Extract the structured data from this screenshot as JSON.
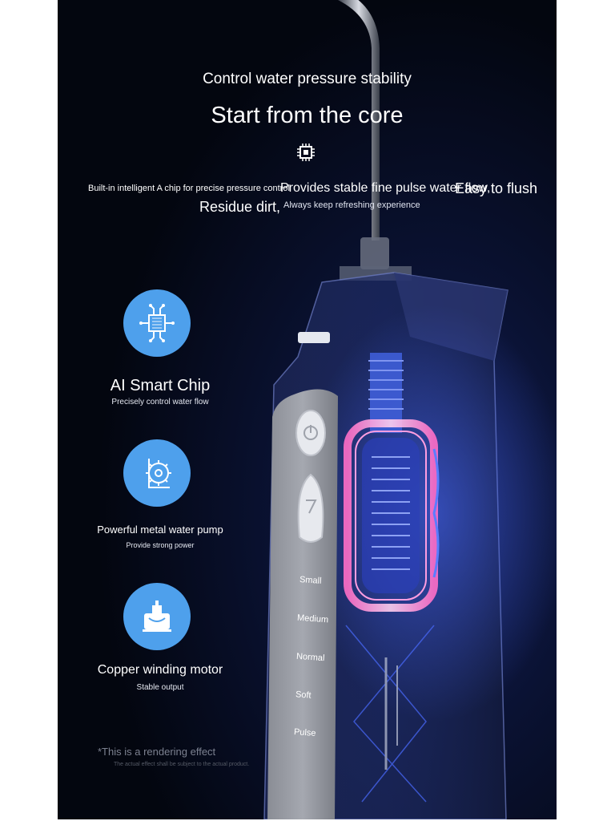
{
  "header": {
    "subtitle": "Control water pressure stability",
    "title": "Start from the core"
  },
  "description": {
    "line1": "Built-in intelligent A chip for precise pressure control",
    "line2": "Provides stable fine pulse water flow,",
    "line3": "Easy to flush",
    "line4": "Residue dirt,",
    "line5": "Always keep refreshing experience"
  },
  "features": [
    {
      "icon": "ai-chip-icon",
      "title": "AI Smart Chip",
      "subtitle": "Precisely control water flow"
    },
    {
      "icon": "water-pump-icon",
      "title": "Powerful metal water pump",
      "subtitle": "Provide strong power"
    },
    {
      "icon": "motor-icon",
      "title": "Copper winding motor",
      "subtitle": "Stable output"
    }
  ],
  "device": {
    "modes": [
      "Small",
      "Medium",
      "Normal",
      "Soft",
      "Pulse"
    ],
    "buttons": [
      "power-button",
      "mode-button"
    ]
  },
  "disclaimer": {
    "main": "*This is a rendering effect",
    "sub": "The actual effect shall be subject to the actual product."
  },
  "colors": {
    "background": "#060b1c",
    "accent_blue": "#4ea0ec",
    "coil_pink": "#ff7ad0",
    "glow_blue": "#3b5cff"
  }
}
